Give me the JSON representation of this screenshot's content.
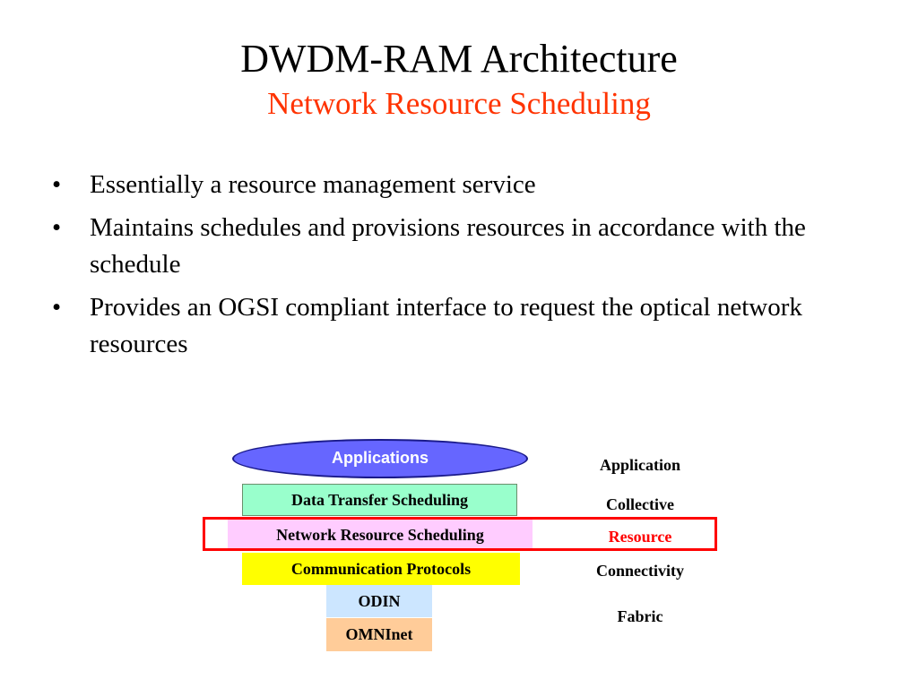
{
  "slide": {
    "title": "DWDM-RAM Architecture",
    "subtitle": "Network Resource Scheduling",
    "bullets": [
      "Essentially a resource management service",
      "Maintains schedules and provisions resources in accordance with the schedule",
      "Provides an OGSI compliant interface to request the optical network resources"
    ],
    "bullet_symbol": "•"
  },
  "diagram": {
    "stack": [
      {
        "label": "Applications",
        "fill": "#6666ff",
        "text_color": "#ffffff",
        "shape": "ellipse"
      },
      {
        "label": "Data Transfer Scheduling",
        "fill": "#99ffcc",
        "text_color": "#000000",
        "shape": "rect"
      },
      {
        "label": "Network Resource Scheduling",
        "fill": "#ffccff",
        "text_color": "#000000",
        "shape": "rect"
      },
      {
        "label": "Communication Protocols",
        "fill": "#ffff00",
        "text_color": "#000000",
        "shape": "rect"
      },
      {
        "label": "ODIN",
        "fill": "#cce6ff",
        "text_color": "#000000",
        "shape": "rect"
      },
      {
        "label": "OMNInet",
        "fill": "#ffcc99",
        "text_color": "#000000",
        "shape": "rect"
      }
    ],
    "layers": [
      {
        "label": "Application",
        "color": "#000000"
      },
      {
        "label": "Collective",
        "color": "#000000"
      },
      {
        "label": "Resource",
        "color": "#ff0000"
      },
      {
        "label": "Connectivity",
        "color": "#000000"
      },
      {
        "label": "Fabric",
        "color": "#000000"
      }
    ],
    "highlight_color": "#ff0000"
  },
  "colors": {
    "title": "#000000",
    "subtitle": "#ff3300",
    "body_text": "#000000"
  }
}
